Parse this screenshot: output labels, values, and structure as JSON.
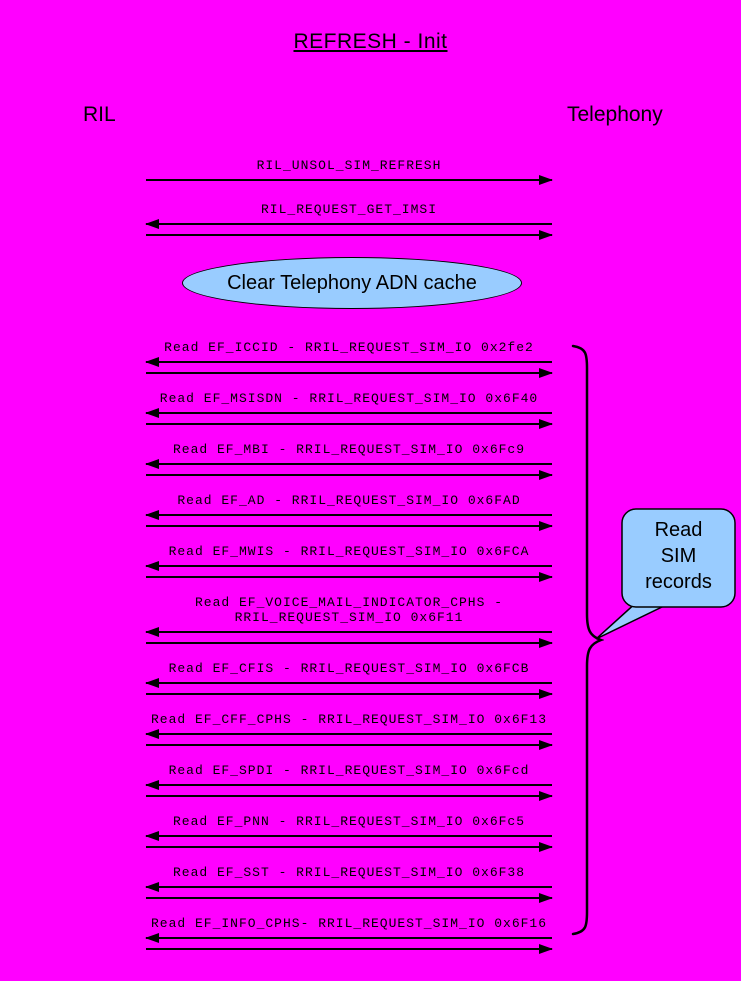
{
  "colors": {
    "background": "#ff00ff",
    "note-fill": "#99ccff",
    "ink": "#000000"
  },
  "title": "REFRESH - Init",
  "actors": {
    "left": "RIL",
    "right": "Telephony"
  },
  "handshake_messages": [
    {
      "label": "RIL_UNSOL_SIM_REFRESH",
      "arrows": [
        "right"
      ]
    },
    {
      "label": "RIL_REQUEST_GET_IMSI",
      "arrows": [
        "left",
        "right"
      ]
    }
  ],
  "note": {
    "text": "Clear Telephony ADN cache"
  },
  "sim_read_messages": [
    {
      "label": "Read EF_ICCID - RRIL_REQUEST_SIM_IO 0x2fe2",
      "arrows": [
        "left",
        "right"
      ]
    },
    {
      "label": "Read EF_MSISDN - RRIL_REQUEST_SIM_IO 0x6F40",
      "arrows": [
        "left",
        "right"
      ]
    },
    {
      "label": "Read EF_MBI - RRIL_REQUEST_SIM_IO 0x6Fc9",
      "arrows": [
        "left",
        "right"
      ]
    },
    {
      "label": "Read EF_AD - RRIL_REQUEST_SIM_IO 0x6FAD",
      "arrows": [
        "left",
        "right"
      ]
    },
    {
      "label": "Read EF_MWIS - RRIL_REQUEST_SIM_IO 0x6FCA",
      "arrows": [
        "left",
        "right"
      ]
    },
    {
      "label": "Read EF_VOICE_MAIL_INDICATOR_CPHS -\nRRIL_REQUEST_SIM_IO 0x6F11",
      "arrows": [
        "left",
        "right"
      ]
    },
    {
      "label": "Read EF_CFIS - RRIL_REQUEST_SIM_IO 0x6FCB",
      "arrows": [
        "left",
        "right"
      ]
    },
    {
      "label": "Read EF_CFF_CPHS - RRIL_REQUEST_SIM_IO 0x6F13",
      "arrows": [
        "left",
        "right"
      ]
    },
    {
      "label": "Read EF_SPDI - RRIL_REQUEST_SIM_IO 0x6Fcd",
      "arrows": [
        "left",
        "right"
      ]
    },
    {
      "label": "Read EF_PNN - RRIL_REQUEST_SIM_IO 0x6Fc5",
      "arrows": [
        "left",
        "right"
      ]
    },
    {
      "label": "Read EF_SST - RRIL_REQUEST_SIM_IO 0x6F38",
      "arrows": [
        "left",
        "right"
      ]
    },
    {
      "label": "Read EF_INFO_CPHS- RRIL_REQUEST_SIM_IO 0x6F16",
      "arrows": [
        "left",
        "right"
      ]
    }
  ],
  "callout": {
    "text": "Read\nSIM\nrecords"
  }
}
